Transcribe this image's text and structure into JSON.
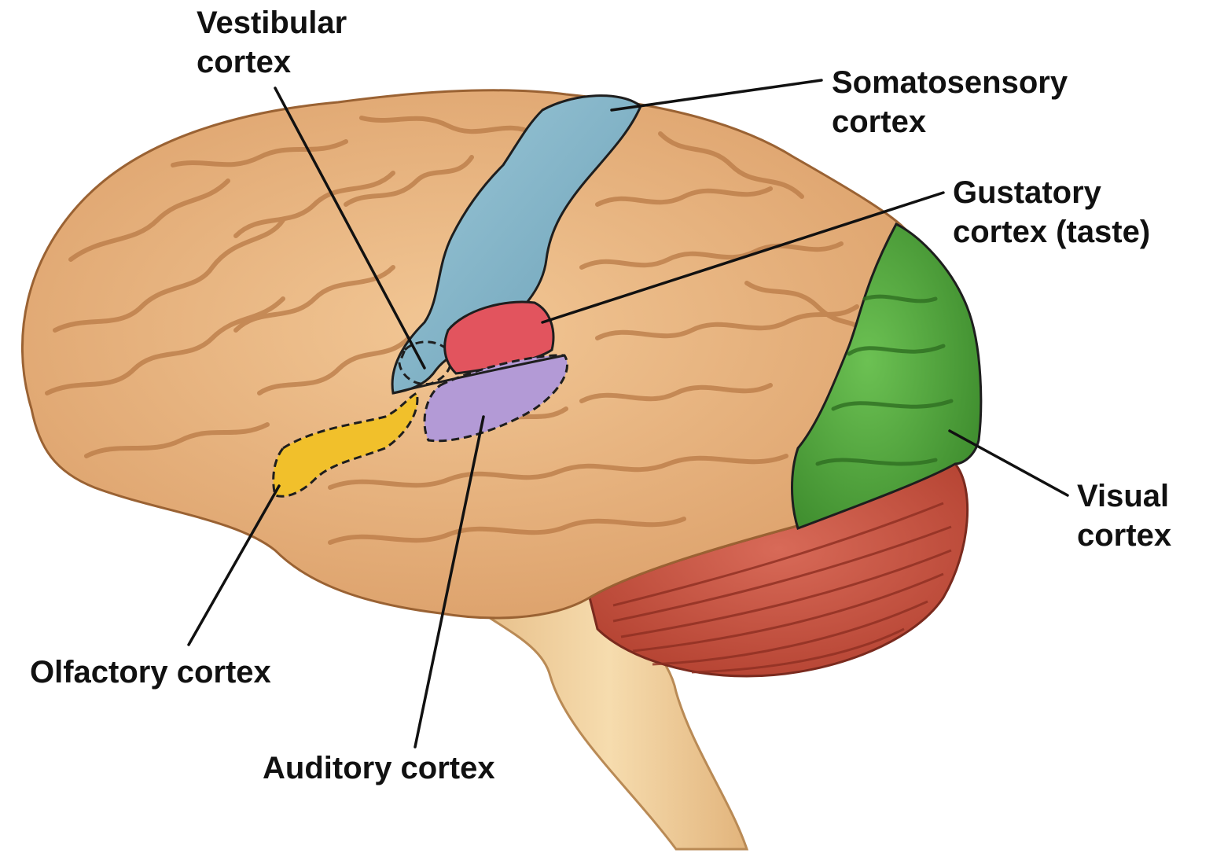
{
  "labels": {
    "vestibular": {
      "line1": "Vestibular",
      "line2": "cortex"
    },
    "somatosensory": {
      "line1": "Somatosensory",
      "line2": "cortex"
    },
    "gustatory": {
      "line1": "Gustatory",
      "line2": "cortex (taste)"
    },
    "visual": {
      "line1": "Visual",
      "line2": "cortex"
    },
    "olfactory": {
      "line1": "Olfactory cortex"
    },
    "auditory": {
      "line1": "Auditory cortex"
    }
  },
  "colors": {
    "brain": "#e8b27e",
    "brain_folds": "#b97a46",
    "brain_outline": "#9a6233",
    "brainstem": "#f0cf9c",
    "cerebellum": "#c9503f",
    "somatosensory": "#7fb1c6",
    "gustatory": "#e2545e",
    "auditory": "#b39ad6",
    "olfactory": "#f1c02b",
    "visual": "#4fa43c",
    "leader_line": "#111111"
  }
}
